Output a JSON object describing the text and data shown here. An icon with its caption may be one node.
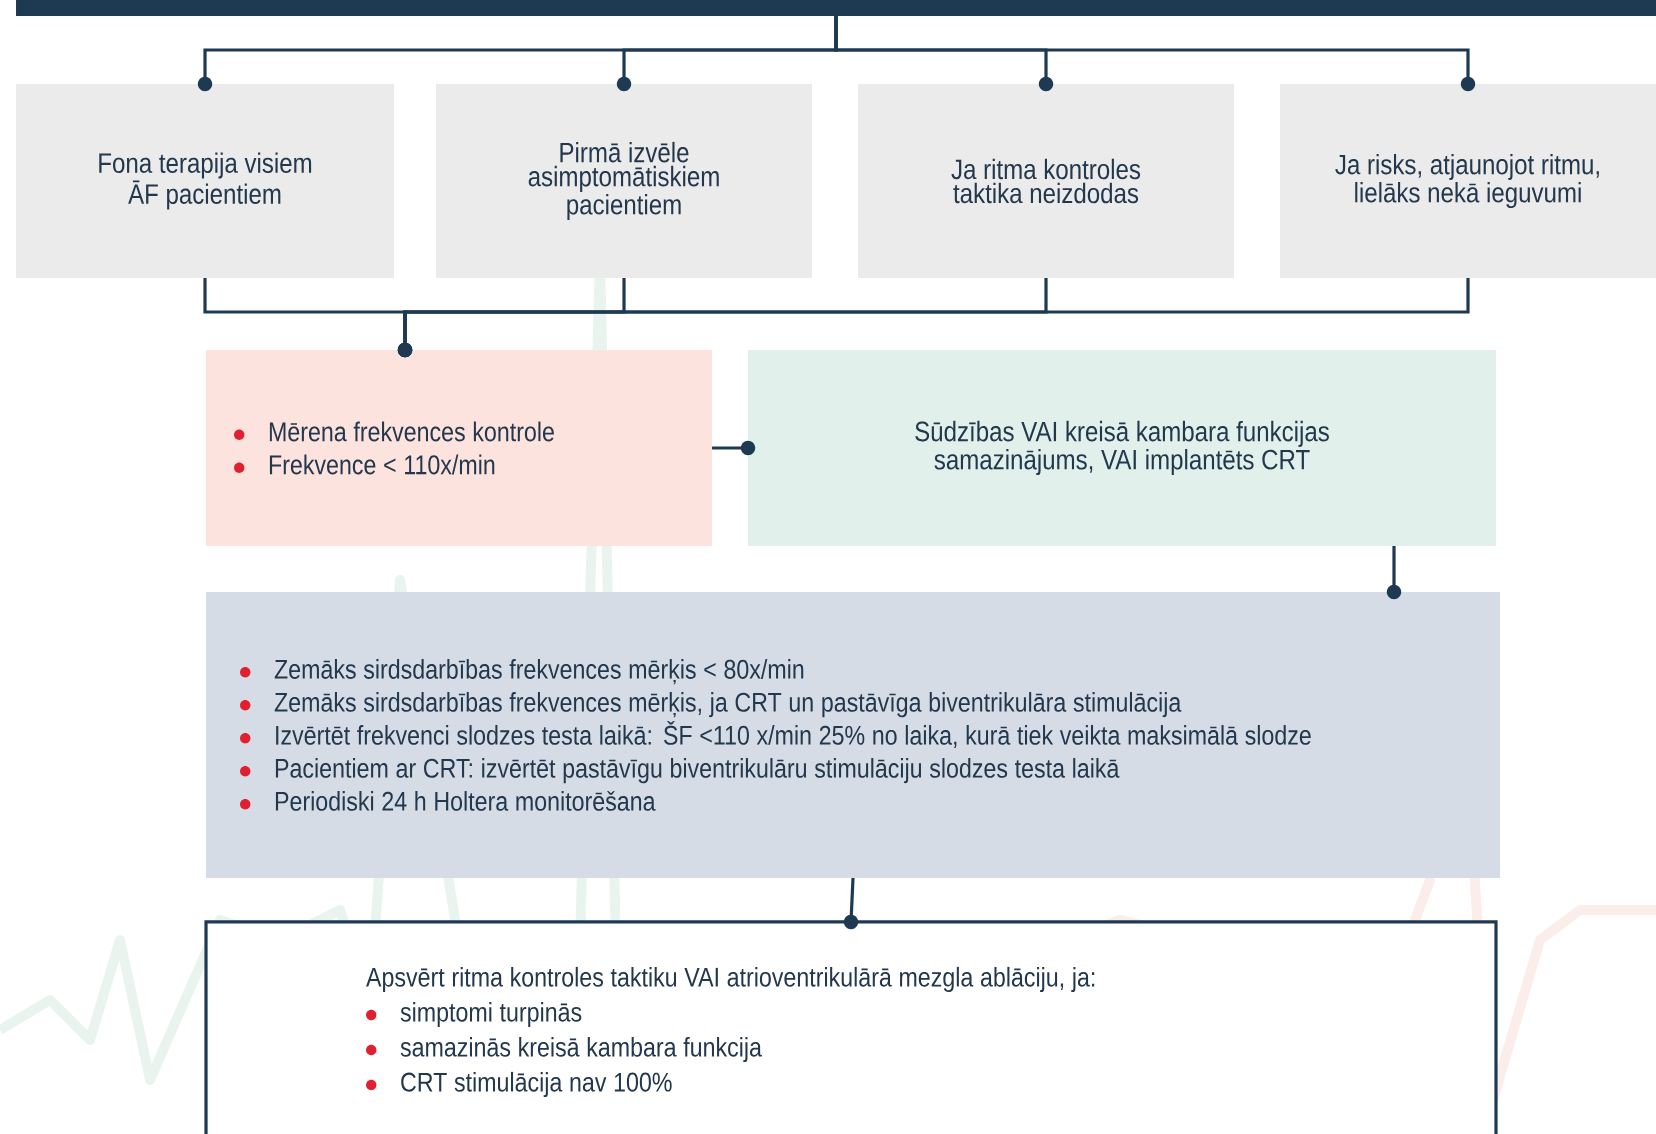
{
  "diagram": {
    "nodes": [
      {
        "text": [],
        "shape": "bar"
      },
      {
        "text": [
          "Fona terapija visiem ĀF pacientiem"
        ]
      },
      {
        "text": [
          "Pirmā izvēle asimptomātiskiem pacientiem"
        ]
      },
      {
        "text": [
          "Ja ritma kontroles taktika neizdodas"
        ]
      },
      {
        "text": [
          "Ja risks, atjaunojot ritmu, lielāks nekā ieguvumi"
        ]
      },
      {
        "text": [
          "Mērena frekvences kontrole",
          "Frekvence < 110x/min"
        ]
      },
      {
        "text": [
          "Sūdzības VAI kreisā kambara funkcijas samazinājums, VAI implantēts CRT"
        ]
      },
      {
        "text": [
          "Zemāks sirdsdarbības frekvences mērķis < 80x/min",
          "Zemāks sirdsdarbības frekvences mērķis, ja CRT un pastāvīga biventrikulāra stimulācija",
          "Izvērtēt frekvenci slodzes testa laikā: ŠF <110 x/min 25% no laika, kurā tiek veikta maksimālā slodze",
          "Pacientiem ar CRT: izvērtēt pastāvīgu biventrikulāru stimulāciju slodzes testa laikā",
          "Periodiski 24 h Holtera monitorēšana"
        ]
      },
      {
        "text": [
          "Apsvērt ritma kontroles taktiku VAI atrioventrikulārā mezgla ablāciju, ja:",
          "simptomi turpinās",
          "samazinās kreisā kambara funkcija",
          "CRT stimulācija nav 100%"
        ]
      }
    ],
    "edges": [
      {
        "from": 0,
        "to": 1,
        "arrow": "other"
      },
      {
        "from": 0,
        "to": 2,
        "arrow": "other"
      },
      {
        "from": 0,
        "to": 3,
        "arrow": "other"
      },
      {
        "from": 0,
        "to": 4,
        "arrow": "other"
      },
      {
        "from": 1,
        "to": 5,
        "arrow": "other"
      },
      {
        "from": 2,
        "to": 5,
        "arrow": "other"
      },
      {
        "from": 3,
        "to": 5,
        "arrow": "other"
      },
      {
        "from": 4,
        "to": 5,
        "arrow": "other"
      },
      {
        "from": 5,
        "to": 6,
        "arrow": "other"
      },
      {
        "from": 6,
        "to": 7,
        "arrow": "other"
      },
      {
        "from": 7,
        "to": 8,
        "arrow": "other"
      }
    ]
  }
}
